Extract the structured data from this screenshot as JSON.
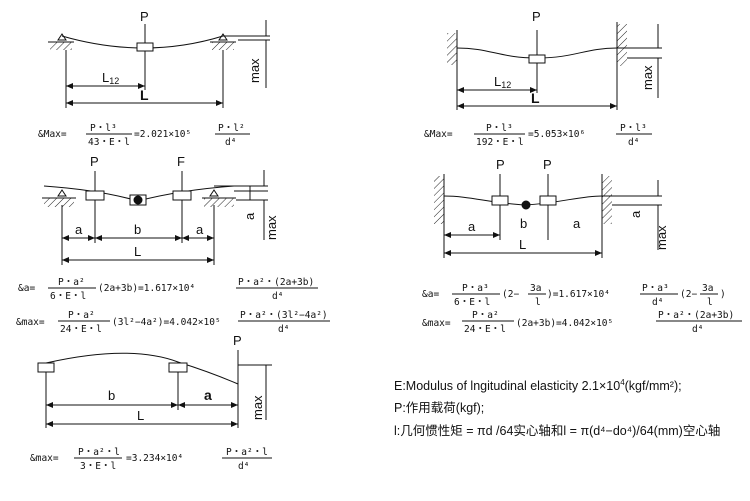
{
  "diagrams": {
    "d1": {
      "load": "P",
      "l12": "L12",
      "l": "L",
      "max": "max"
    },
    "d2": {
      "load": "P",
      "l12": "L12",
      "l": "L",
      "max": "max"
    },
    "d3": {
      "load1": "P",
      "load2": "F",
      "a1": "a",
      "b": "b",
      "a2": "a",
      "l": "L",
      "a_right": "a",
      "max": "max"
    },
    "d4": {
      "load1": "P",
      "load2": "P",
      "a1": "a",
      "b": "b",
      "a2": "a",
      "l": "L",
      "a_right": "a",
      "max": "max"
    },
    "d5": {
      "load": "P",
      "b": "b",
      "a": "a",
      "l": "L",
      "max": "max"
    }
  },
  "formulas": {
    "f1": {
      "lhs": "&Max=",
      "num": "P・l³",
      "den": "43・E・l",
      "mid": "=2.021×10⁵",
      "num2": "P・l²",
      "den2": "d⁴"
    },
    "f2": {
      "lhs": "&Max=",
      "num": "P・l³",
      "den": "192・E・l",
      "mid": "=5.053×10⁶",
      "num2": "P・l³",
      "den2": "d⁴"
    },
    "f3a": {
      "lhs": "&a=",
      "num": "P・a²",
      "den": "6・E・l",
      "mid": "(2a+3b)=1.617×10⁴",
      "num2": "P・a²・(2a+3b)",
      "den2": "d⁴"
    },
    "f3b": {
      "lhs": "&max=",
      "num": "P・a²",
      "den": "24・E・l",
      "mid": "(3l²−4a²)=4.042×10⁵",
      "num2": "P・a²・(3l²−4a²)",
      "den2": "d⁴"
    },
    "f4a": {
      "lhs": "&a=",
      "num": "P・a³",
      "den": "6・E・l",
      "mid1": "(2−",
      "frac_num": "3a",
      "frac_den": "l",
      "mid2": ")=1.617×10⁴",
      "num2": "P・a³",
      "den2": "d⁴",
      "mid3": "(2−",
      "frac2_num": "3a",
      "frac2_den": "l",
      "end": ")"
    },
    "f4b": {
      "lhs": "&max=",
      "num": "P・a²",
      "den": "24・E・l",
      "mid": "(2a+3b)=4.042×10⁵",
      "num2": "P・a²・(2a+3b)",
      "den2": "d⁴"
    },
    "f5": {
      "lhs": "&max=",
      "num": "P・a²・l",
      "den": "3・E・l",
      "mid": "=3.234×10⁴",
      "num2": "P・a²・l",
      "den2": "d⁴"
    }
  },
  "legend": {
    "line1_prefix": "E:Modulus of lngitudinal elasticity 2.1×10",
    "line1_exp": "4",
    "line1_suffix": "(kgf/mm²);",
    "line2": "P:作用载荷(kgf);",
    "line3": "l:几何惯性矩 = πd /64实心轴和l = π(d⁴−do⁴)/64(mm)空心轴"
  }
}
